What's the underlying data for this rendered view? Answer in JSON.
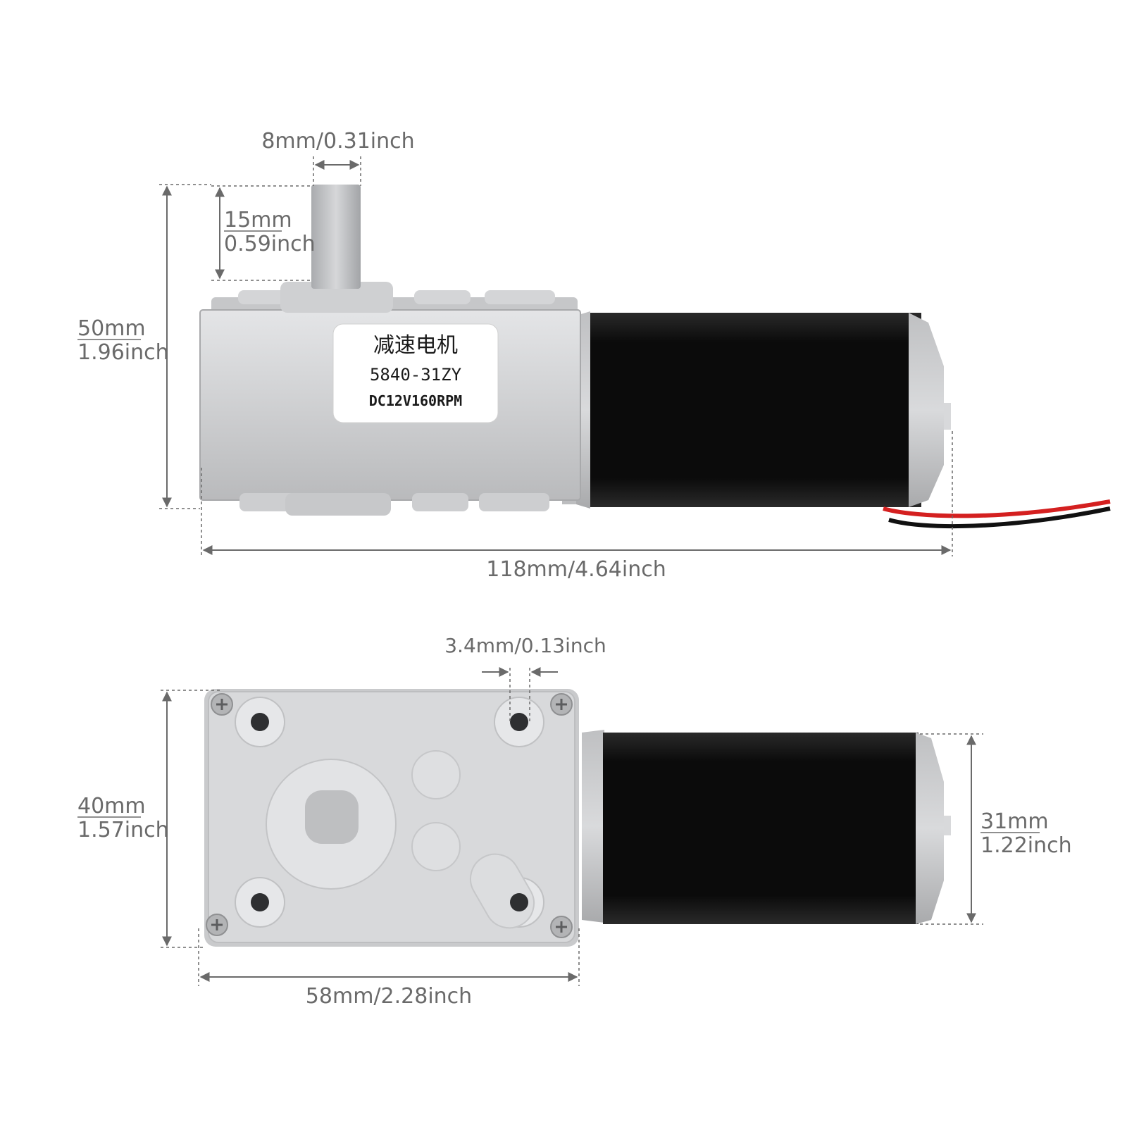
{
  "product_label": {
    "line1": "减速电机",
    "line2": "5840-31ZY",
    "line3": "DC12V160RPM"
  },
  "top_view": {
    "shaft_diameter": "8mm/0.31inch",
    "shaft_length_mm": "15mm",
    "shaft_length_in": "0.59inch",
    "height_mm": "50mm",
    "height_in": "1.96inch",
    "total_length": "118mm/4.64inch"
  },
  "bottom_view": {
    "hole_diameter": "3.4mm/0.13inch",
    "gearbox_height_mm": "40mm",
    "gearbox_height_in": "1.57inch",
    "gearbox_width": "58mm/2.28inch",
    "motor_diameter_mm": "31mm",
    "motor_diameter_in": "1.22inch"
  },
  "colors": {
    "dimension_line": "#6a6a6a",
    "motor_body": "#111111",
    "gearbox": "#c8c9cb",
    "wire_red": "#d42020",
    "wire_black": "#111111"
  }
}
